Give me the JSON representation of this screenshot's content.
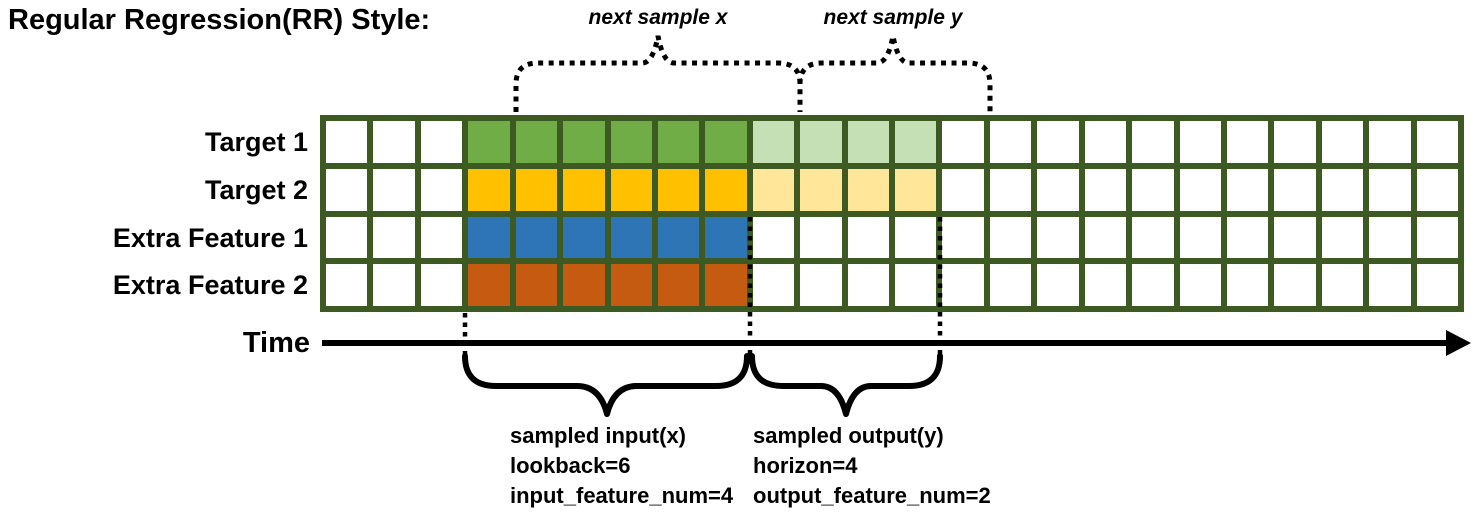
{
  "title": "Regular Regression(RR) Style:",
  "top_annotations": [
    {
      "label": "next sample x"
    },
    {
      "label": "next sample y"
    }
  ],
  "grid": {
    "columns": 24,
    "rows": [
      {
        "label": "Target 1",
        "segments": [
          {
            "start": 3,
            "count": 6,
            "color": "green"
          },
          {
            "start": 9,
            "count": 4,
            "color": "green_light"
          }
        ]
      },
      {
        "label": "Target 2",
        "segments": [
          {
            "start": 3,
            "count": 6,
            "color": "yellow"
          },
          {
            "start": 9,
            "count": 4,
            "color": "yellow_light"
          }
        ]
      },
      {
        "label": "Extra Feature 1",
        "segments": [
          {
            "start": 3,
            "count": 6,
            "color": "blue"
          }
        ]
      },
      {
        "label": "Extra Feature 2",
        "segments": [
          {
            "start": 3,
            "count": 6,
            "color": "orange"
          }
        ]
      }
    ]
  },
  "colors": {
    "grid_border": "#3C5A21",
    "cell_empty": "#FFFFFF",
    "green": "#70AD47",
    "green_light": "#C5E0B4",
    "yellow": "#FFC000",
    "yellow_light": "#FFE699",
    "blue": "#2E75B6",
    "orange": "#C55A11",
    "annotation": "#000000"
  },
  "time_axis": {
    "label": "Time"
  },
  "bottom_annotations": [
    {
      "lines": [
        "sampled input(x)",
        "lookback=6",
        "input_feature_num=4"
      ]
    },
    {
      "lines": [
        "sampled output(y)",
        "horizon=4",
        "output_feature_num=2"
      ]
    }
  ]
}
